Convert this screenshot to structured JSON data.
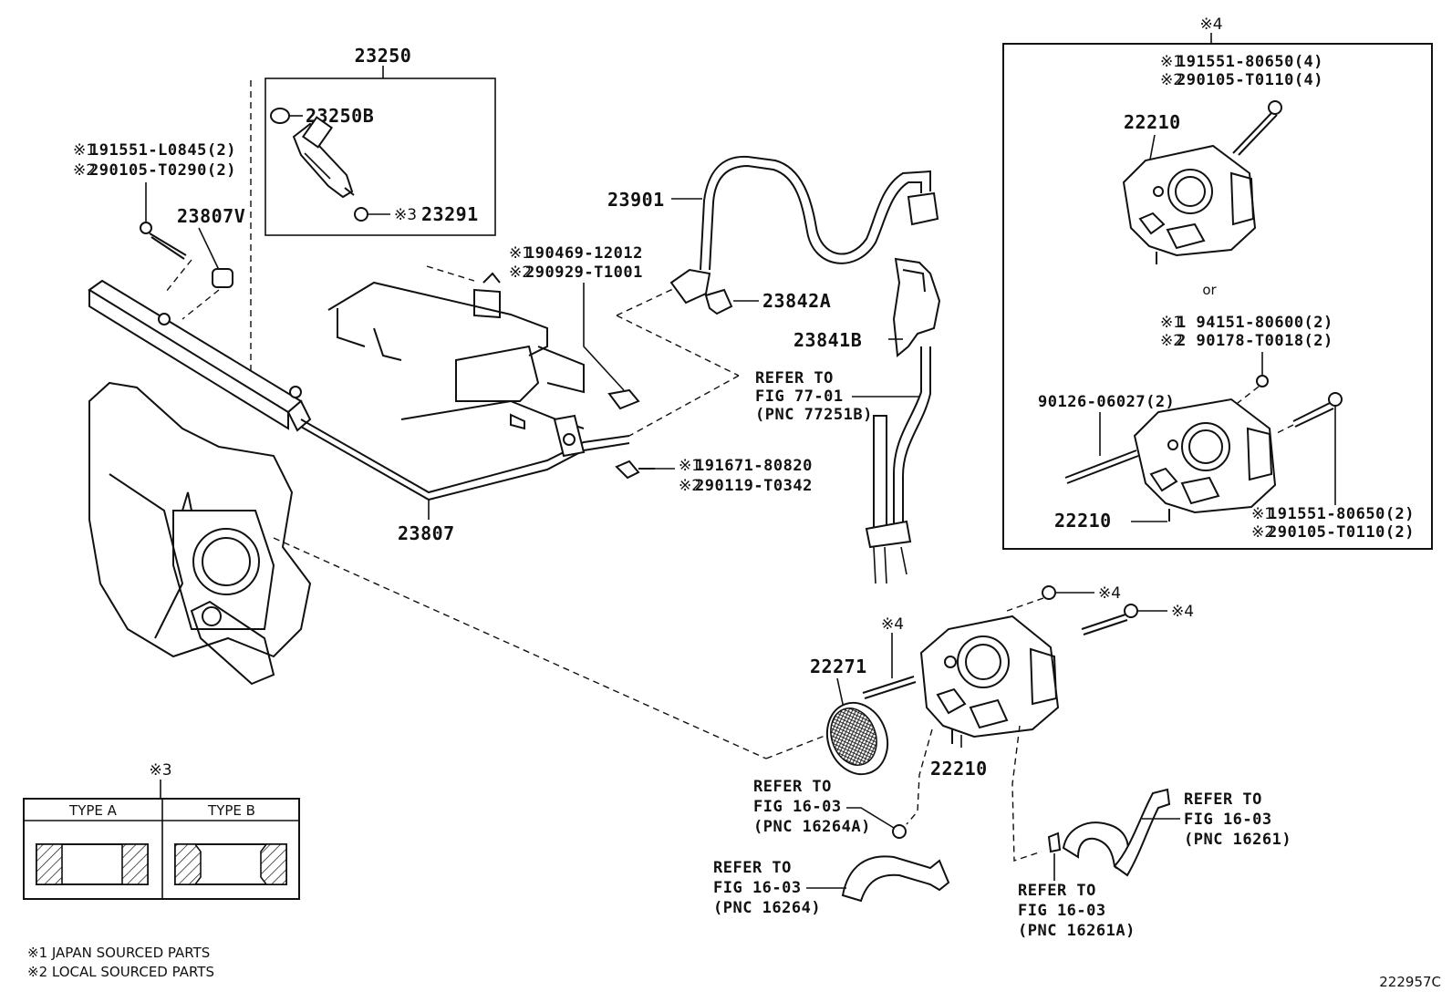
{
  "footnote_marks": {
    "m1": "※1",
    "m2": "※2",
    "m3": "※3",
    "m4": "※4"
  },
  "injector_group": {
    "assembly": "23250",
    "oring": "23250B",
    "spacer": "23291",
    "delivery_pipe_clamp": "23807V",
    "delivery_pipe": "23807",
    "bolt_line1": "191551-L0845(2)",
    "bolt_line2": "290105-T0290(2)"
  },
  "fuel_hose_group": {
    "hose": "23901",
    "clamp": "23842A",
    "bracket": "23841B",
    "clip_line1": "190469-12012",
    "clip_line2": "290929-T1001",
    "bolt_line1": "191671-80820",
    "bolt_line2": "290119-T0342",
    "refer_77_1": "REFER TO",
    "refer_77_2": "FIG 77-01",
    "refer_77_3": "(PNC 77251B)"
  },
  "inset_box": {
    "mark": "※4",
    "bolt_a_line1": "191551-80650(4)",
    "bolt_a_line2": "290105-T0110(4)",
    "throttle_top": "22210",
    "or_text": "or",
    "nut_line1": "1  94151-80600(2)",
    "nut_line2": "2  90178-T0018(2)",
    "stud": "90126-06027(2)",
    "throttle_bottom": "22210",
    "bolt_b_line1": "191551-80650(2)",
    "bolt_b_line2": "290105-T0110(2)"
  },
  "throttle_group": {
    "gasket": "22271",
    "throttle_body": "22210",
    "stud_mark": "※4",
    "nut_mark": "※4",
    "bolt_mark": "※4",
    "refer_a_1": "REFER TO",
    "refer_a_2": "FIG 16-03",
    "refer_a_3": "(PNC 16264A)",
    "refer_b_1": "REFER TO",
    "refer_b_2": "FIG 16-03",
    "refer_b_3": "(PNC 16264)",
    "refer_c_1": "REFER TO",
    "refer_c_2": "FIG 16-03",
    "refer_c_3": "(PNC 16261)",
    "refer_d_1": "REFER TO",
    "refer_d_2": "FIG 16-03",
    "refer_d_3": "(PNC 16261A)"
  },
  "type_table": {
    "mark": "※3",
    "col_a": "TYPE A",
    "col_b": "TYPE B"
  },
  "legend": {
    "line1": "※1 JAPAN SOURCED PARTS",
    "line2": "※2 LOCAL SOURCED PARTS"
  },
  "figure_id": "222957C"
}
